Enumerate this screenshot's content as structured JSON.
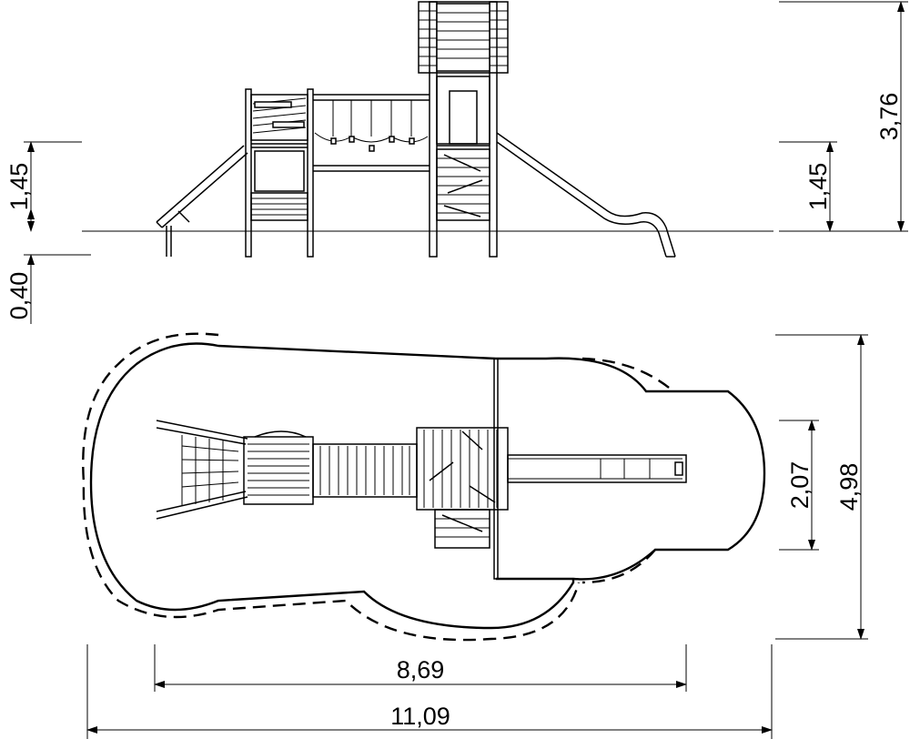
{
  "elevation": {
    "dims": {
      "platform_height_left": "1,45",
      "foundation_depth": "0,40",
      "platform_height_right": "1,45",
      "total_height": "3,76"
    }
  },
  "plan": {
    "dims": {
      "structure_width": "2,07",
      "safety_zone_width": "4,98"
    }
  },
  "overall": {
    "dims": {
      "structure_length": "8,69",
      "safety_zone_length": "11,09"
    }
  }
}
